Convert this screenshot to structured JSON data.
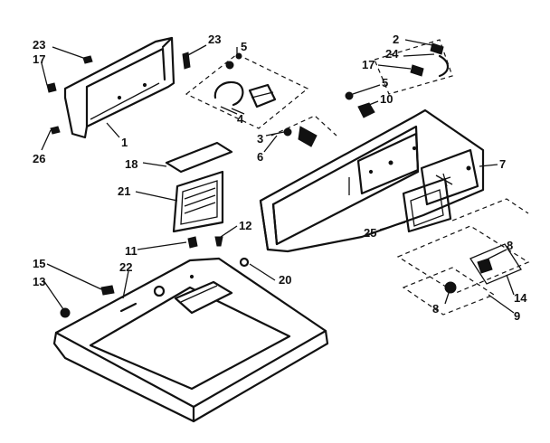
{
  "callouts": {
    "c23a": "23",
    "c17a": "17",
    "c23b": "23",
    "c5a": "5",
    "c2": "2",
    "c24": "24",
    "c17b": "17",
    "c5b": "5",
    "c10": "10",
    "c4": "4",
    "c3": "3",
    "c6": "6",
    "c1": "1",
    "c26": "26",
    "c7": "7",
    "c18": "18",
    "c21": "21",
    "c12": "12",
    "c11": "11",
    "c25": "25",
    "c8a": "8",
    "c15": "15",
    "c22": "22",
    "c20": "20",
    "c13": "13",
    "c14": "14",
    "c8b": "8",
    "c9": "9"
  }
}
